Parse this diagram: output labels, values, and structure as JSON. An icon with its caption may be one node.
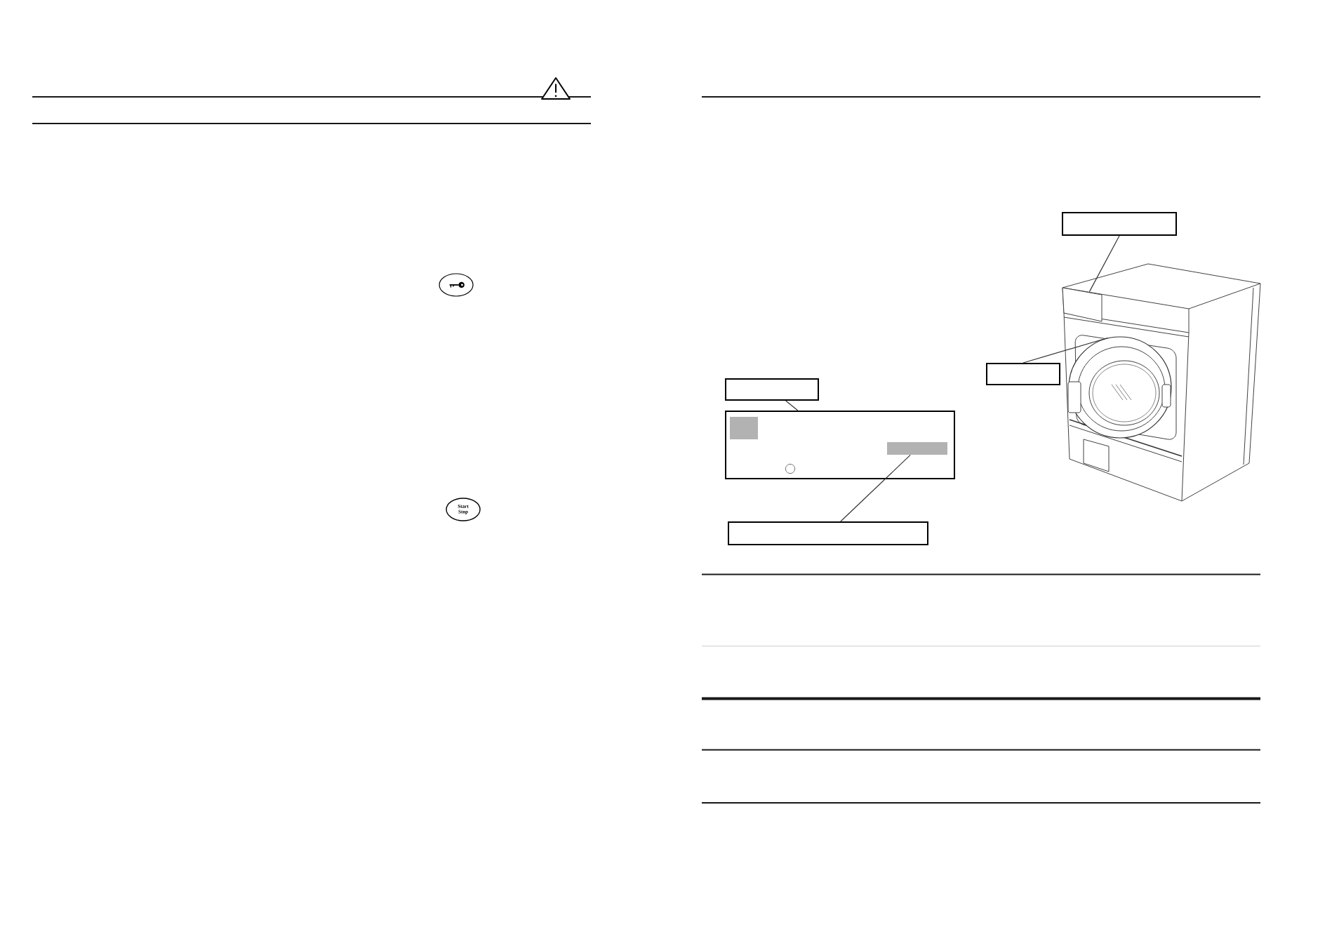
{
  "diagram": {
    "nodes": [
      {
        "text": [
          "Start Stop"
        ]
      },
      {
        "text": [],
        "shape": "box"
      },
      {
        "text": [],
        "shape": "box"
      },
      {
        "text": [],
        "shape": "box"
      },
      {
        "text": [],
        "shape": "box"
      },
      {
        "text": [],
        "shape": "bar",
        "in": 4
      },
      {
        "text": [],
        "shape": "box"
      },
      {
        "text": [],
        "shape": "box"
      },
      {
        "text": [],
        "shape": "circle"
      }
    ],
    "edges": [
      {
        "from": 1,
        "to": 7,
        "arrow": "none"
      },
      {
        "from": 2,
        "to": 8,
        "arrow": "none"
      },
      {
        "from": 3,
        "to": 4,
        "arrow": "none"
      },
      {
        "from": 6,
        "to": 5,
        "arrow": "none"
      }
    ]
  }
}
